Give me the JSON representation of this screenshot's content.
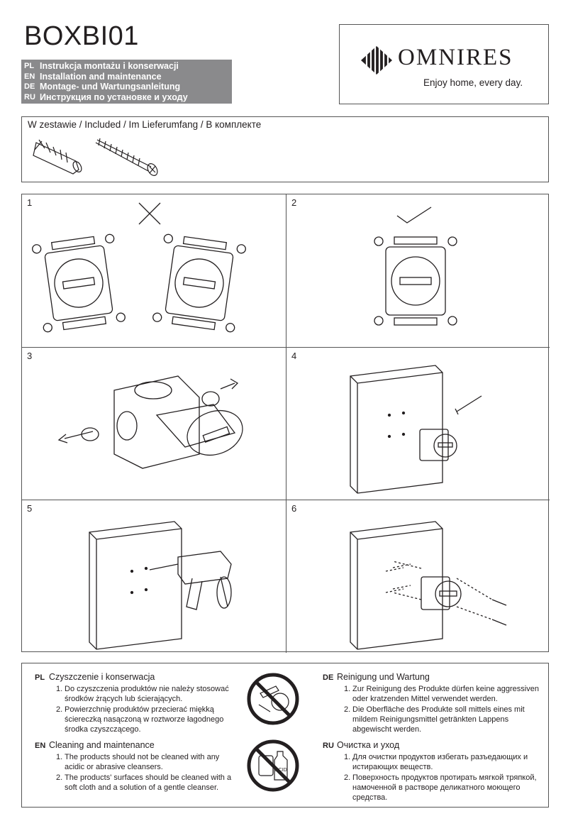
{
  "header": {
    "product_code": "BOXBI01",
    "languages": [
      {
        "code": "PL",
        "text": "Instrukcja montażu i konserwacji"
      },
      {
        "code": "EN",
        "text": "Installation and maintenance"
      },
      {
        "code": "DE",
        "text": "Montage- und Wartungsanleitung"
      },
      {
        "code": "RU",
        "text": "Инструкция по установке и уходу"
      }
    ]
  },
  "brand": {
    "name": "OMNIRES",
    "tagline": "Enjoy home, every day.",
    "logo_icon": "omnires-diamond-logo"
  },
  "included": {
    "title": "W zestawie / Included / Im Lieferumfang / В комплекте",
    "items_icon": "wall-plug-and-screw"
  },
  "steps": [
    {
      "number": "1",
      "icon": "mounting-plate-wrong-right-orientation"
    },
    {
      "number": "2",
      "icon": "mounting-plate-correct-orientation"
    },
    {
      "number": "3",
      "icon": "remove-caps-from-box"
    },
    {
      "number": "4",
      "icon": "mark-holes-on-wall"
    },
    {
      "number": "5",
      "icon": "drill-holes"
    },
    {
      "number": "6",
      "icon": "fix-box-with-screws"
    }
  ],
  "care": {
    "pl": {
      "code": "PL",
      "title": "Czyszczenie i konserwacja",
      "items": [
        {
          "n": "1.",
          "text": "Do czyszczenia produktów nie należy stosować środków żrących lub ścierających."
        },
        {
          "n": "2.",
          "text": "Powierzchnię produktów przecierać miękką ściereczką nasączoną w roztworze łagodnego środka czyszczącego."
        }
      ]
    },
    "en": {
      "code": "EN",
      "title": "Cleaning and maintenance",
      "items": [
        {
          "n": "1.",
          "text": "The products should not be cleaned with any acidic or abrasive cleansers."
        },
        {
          "n": "2.",
          "text": "The products' surfaces should be cleaned with a soft cloth and a solution of a gentle cleanser."
        }
      ]
    },
    "de": {
      "code": "DE",
      "title": "Reinigung und Wartung",
      "items": [
        {
          "n": "1.",
          "text": "Zur Reinigung des Produkte dürfen keine aggressiven oder kratzenden Mittel verwendet werden."
        },
        {
          "n": "2.",
          "text": "Die Oberfläche des Produkte soll mittels eines mit mildem Reinigungsmittel getränkten Lappens abgewischt werden."
        }
      ]
    },
    "ru": {
      "code": "RU",
      "title": "Очистка и уход",
      "items": [
        {
          "n": "1.",
          "text": "Для очистки продуктов избегать разъедающих и истирающих веществ."
        },
        {
          "n": "2.",
          "text": "Поверхность продуктов протирать мягкой тряпкой, намоченной в растворе деликатного моющего средства."
        }
      ]
    },
    "icons": [
      "no-abrasive-tools-icon",
      "no-acid-cleaners-icon"
    ],
    "acid_label": "ACID"
  }
}
